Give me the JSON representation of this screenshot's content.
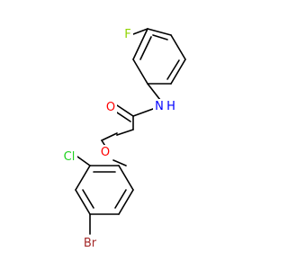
{
  "molecule": {
    "atoms": [
      {
        "id": "F",
        "label": "F",
        "color": "#8fd400"
      },
      {
        "id": "N",
        "label": "N",
        "color": "#0000ff"
      },
      {
        "id": "H",
        "label": "H",
        "color": "#0000ff"
      },
      {
        "id": "O1",
        "label": "O",
        "color": "#ff0000"
      },
      {
        "id": "O2",
        "label": "O",
        "color": "#ff0000"
      },
      {
        "id": "Cl",
        "label": "Cl",
        "color": "#1ed21e"
      },
      {
        "id": "Br",
        "label": "Br",
        "color": "#a52a2a"
      }
    ],
    "bond_color": "#000000"
  }
}
